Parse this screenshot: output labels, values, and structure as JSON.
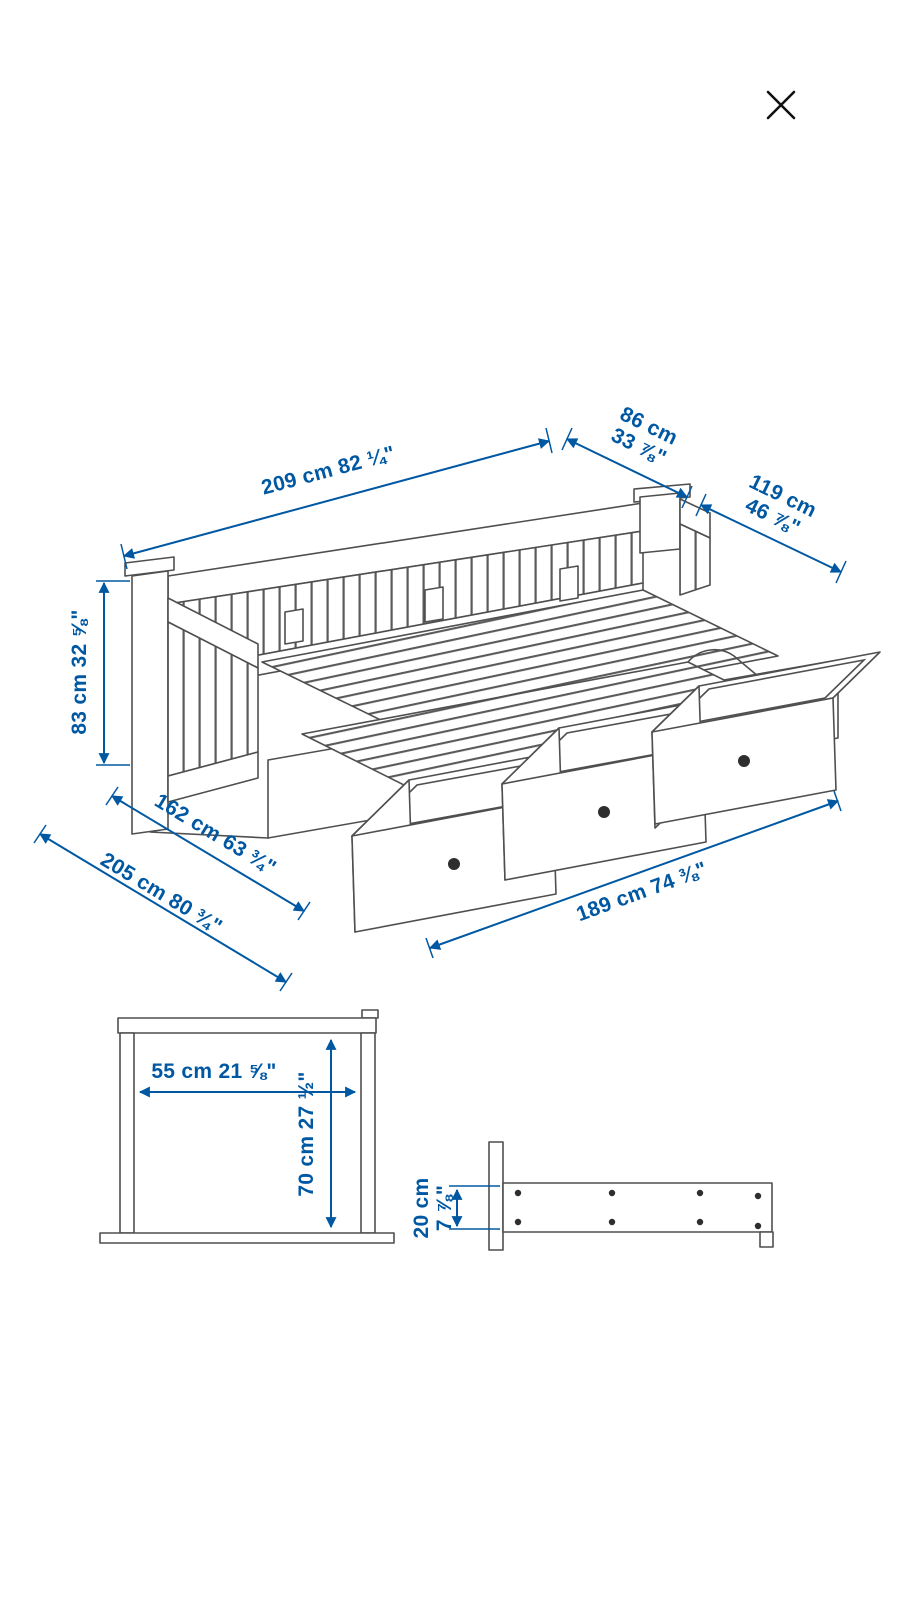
{
  "page": {
    "background": "#ffffff"
  },
  "colors": {
    "dimension_blue": "#0058a3",
    "drawing_gray": "#4f4f4f",
    "close_black": "#111111"
  },
  "close_button": {
    "icon": "close-x"
  },
  "main_diagram": {
    "dims": {
      "length": {
        "text": "209 cm 82 ¼\""
      },
      "width_top": {
        "line1": "86 cm",
        "line2": "33 ⅞\""
      },
      "width_extended": {
        "line1": "119 cm",
        "line2": "46 ⅞\""
      },
      "height": {
        "text": "83 cm 32 ⅝\""
      },
      "mattress_length": {
        "text": "162 cm 63 ¾\""
      },
      "total_depth": {
        "text": "205 cm 80 ¾\""
      },
      "drawer_span": {
        "text": "189 cm 74 ⅜\""
      }
    }
  },
  "headboard_view": {
    "dims": {
      "inner_width": {
        "text": "55 cm 21 ⅝\""
      },
      "height": {
        "text": "70 cm 27 ½\""
      }
    }
  },
  "pullout_view": {
    "dims": {
      "frame_height": {
        "line1": "20 cm",
        "line2": "7 ⅞\""
      }
    }
  }
}
